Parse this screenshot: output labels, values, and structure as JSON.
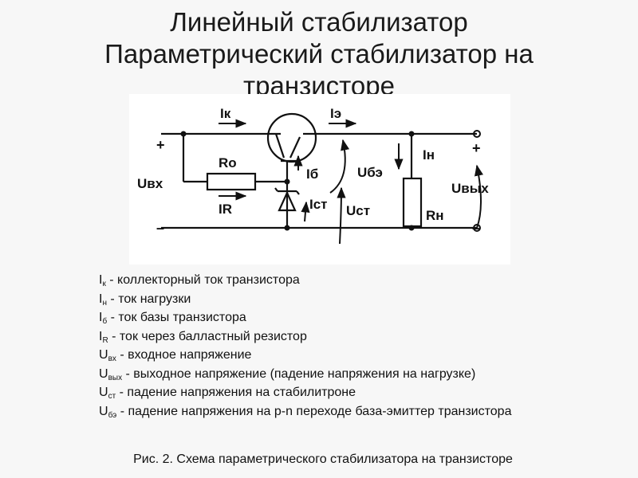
{
  "title": {
    "line1": "Линейный стабилизатор",
    "line2": "Параметрический стабилизатор на",
    "line3": "транзисторе"
  },
  "schematic": {
    "plus_in": "+",
    "minus_in": "–",
    "plus_out": "+",
    "minus_out": "–",
    "Ik": "Iк",
    "Ie": "Iэ",
    "Ib": "Iб",
    "Ube": "Uбэ",
    "Ust": "Uст",
    "Ist": "Iст",
    "In": "Iн",
    "Rn": "Rн",
    "Ro": "Ro",
    "IR": "IR",
    "Uvx": "Uвх",
    "Uvyx": "Uвых"
  },
  "legend": [
    {
      "sym": "I",
      "sub": "к",
      "text": " - коллекторный ток транзистора"
    },
    {
      "sym": "I",
      "sub": "н",
      "text": " - ток нагрузки"
    },
    {
      "sym": "I",
      "sub": "б",
      "text": " - ток базы транзистора"
    },
    {
      "sym": "I",
      "sub": "R",
      "text": " - ток через балластный резистор"
    },
    {
      "sym": "U",
      "sub": "вх",
      "text": " - входное напряжение"
    },
    {
      "sym": "U",
      "sub": "вых",
      "text": " - выходное напряжение (падение напряжения на нагрузке)"
    },
    {
      "sym": "U",
      "sub": "ст",
      "text": " - падение напряжения на стабилитроне"
    },
    {
      "sym": "U",
      "sub": "бэ",
      "text": " - падение напряжения на p-n переходе база-эмиттер транзистора"
    }
  ],
  "caption": "Рис. 2. Схема параметрического стабилизатора на транзисторе"
}
